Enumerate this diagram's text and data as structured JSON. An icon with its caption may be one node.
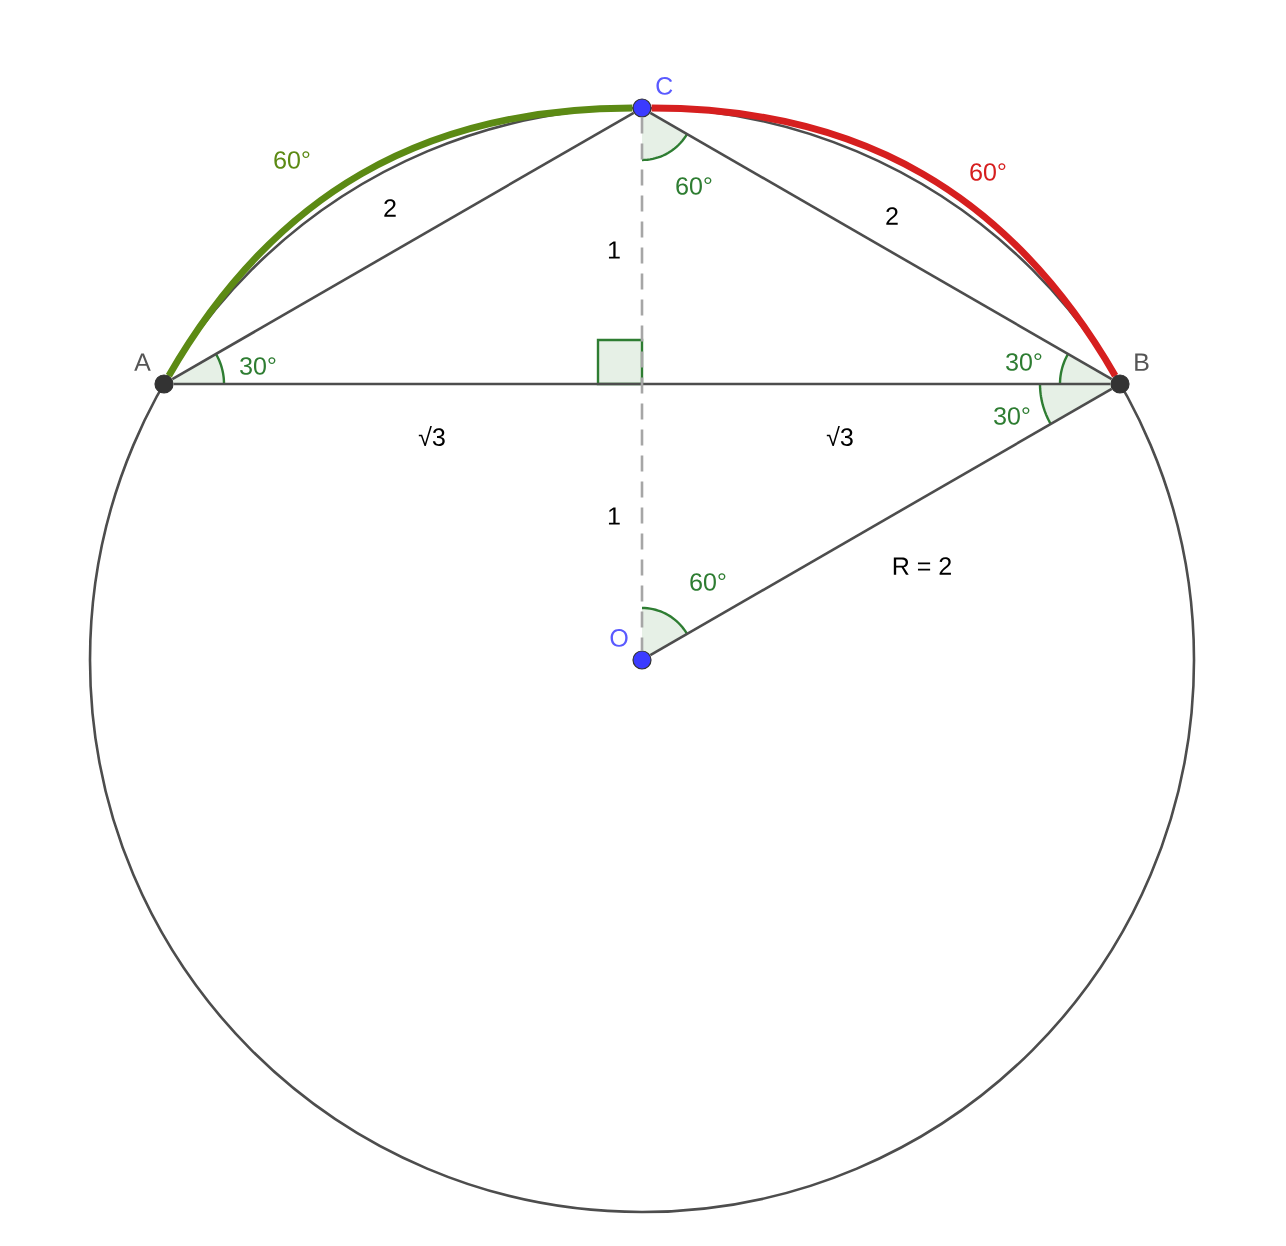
{
  "diagram": {
    "nodes": [
      {
        "text": [
          "C"
        ]
      },
      {
        "text": [
          "A"
        ]
      },
      {
        "text": [
          "B"
        ]
      },
      {
        "text": [
          "O"
        ]
      }
    ],
    "edges": [
      {
        "from": 1,
        "to": 0,
        "arrow": "none",
        "label": "2"
      },
      {
        "from": 0,
        "to": 2,
        "arrow": "none",
        "label": "2"
      },
      {
        "from": 1,
        "to": 2,
        "arrow": "none"
      },
      {
        "from": 0,
        "to": 3,
        "arrow": "none",
        "style": "dashed",
        "color": "#a6a6a6"
      },
      {
        "from": 3,
        "to": 2,
        "arrow": "none",
        "label": "R = 2"
      },
      {
        "from": 1,
        "to": 0,
        "arrow": "none",
        "style": "thick",
        "color": "#5c8a14",
        "label": "60°"
      },
      {
        "from": 0,
        "to": 2,
        "arrow": "none",
        "style": "thick",
        "color": "#d61f1f",
        "label": "60°"
      }
    ],
    "labels": [
      "30°",
      "60°",
      "1",
      "30°",
      "30°",
      "√3",
      "√3",
      "1",
      "60°"
    ]
  }
}
